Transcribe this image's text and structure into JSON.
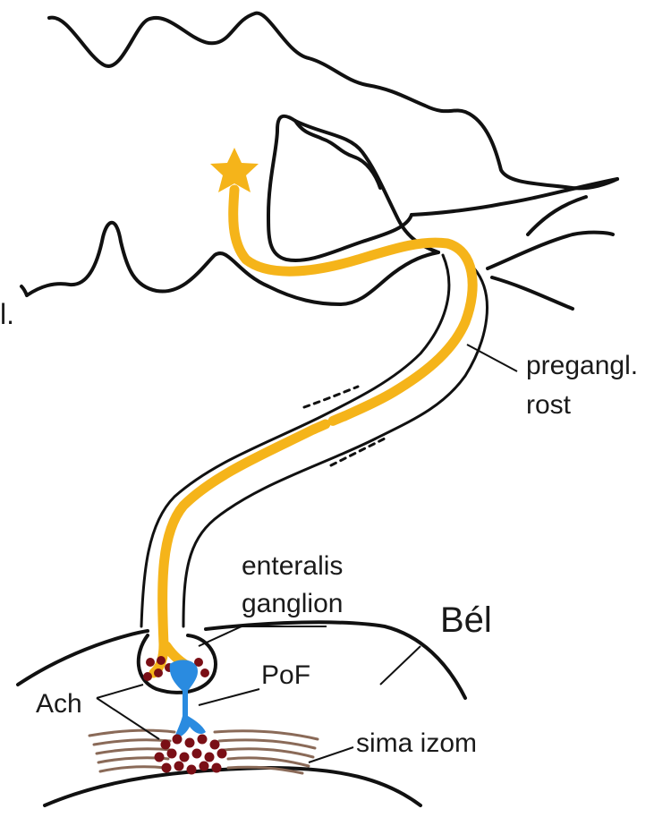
{
  "labels": {
    "cut_left": "l.",
    "preganglionic_fiber": "pregangl.",
    "preganglionic_fiber_2": "rost",
    "enteric_ganglion": "enteralis",
    "enteric_ganglion_2": "ganglion",
    "gut": "Bél",
    "postganglionic_fiber": "PoF",
    "acetylcholine": "Ach",
    "smooth_muscle": "sima izom"
  },
  "colors": {
    "preganglionic_fiber": "#f5b41a",
    "postganglionic_neuron": "#2a8be0",
    "vesicles": "#7a0f16",
    "smooth_muscle": "#8a6a58",
    "outline": "#111111"
  },
  "icons": {
    "soma": "star-icon"
  }
}
